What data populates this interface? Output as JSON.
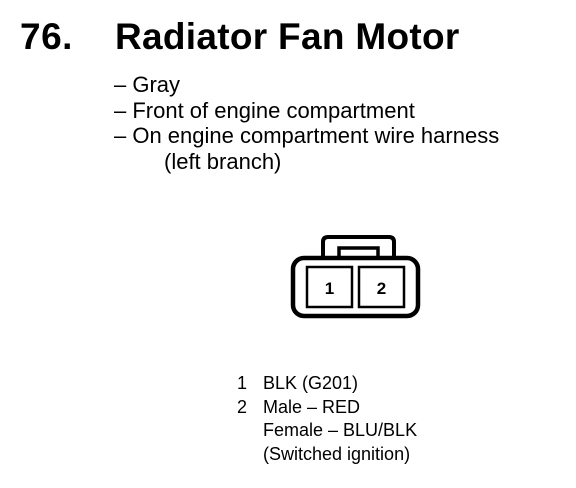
{
  "heading": {
    "number": "76.",
    "title": "Radiator Fan Motor"
  },
  "details": [
    "– Gray",
    "– Front of engine compartment",
    "– On engine compartment wire harness",
    "(left branch)"
  ],
  "connector": {
    "pin_labels": [
      "1",
      "2"
    ]
  },
  "pins": {
    "pin1_number": "1",
    "pin1_text": "BLK (G201)",
    "pin2_number": "2",
    "pin2_line1": "Male – RED",
    "pin2_line2": "Female – BLU/BLK",
    "pin2_line3": "(Switched ignition)"
  }
}
